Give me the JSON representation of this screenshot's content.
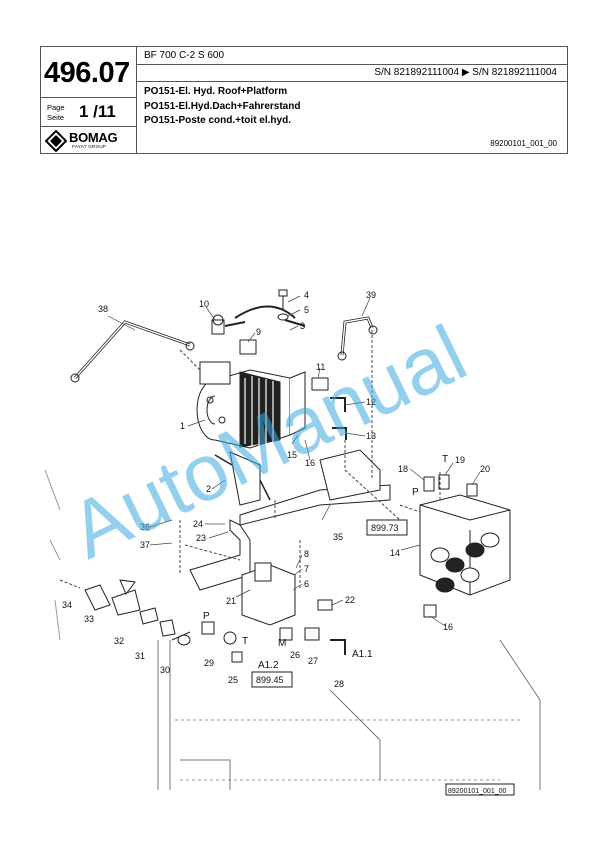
{
  "header": {
    "model": "BF 700 C-2 S 600",
    "serial_range": "S/N 821892111004  ▶  S/N 821892111004",
    "titles": [
      "PO151-El. Hyd. Roof+Platform",
      "PO151-El.Hyd.Dach+Fahrerstand",
      "PO151-Poste cond.+toit el.hyd."
    ],
    "doc_number": "89200101_001_00",
    "group_number": "496.07",
    "page_label": "Page",
    "seite_label": "Seite",
    "page_value": "1 /11",
    "logo_text": "BOMAG",
    "logo_sub": "FAYAT GROUP"
  },
  "watermark": "AutoManual",
  "diagram": {
    "callouts": [
      "1",
      "2",
      "3",
      "4",
      "5",
      "6",
      "7",
      "8",
      "9",
      "10",
      "11",
      "12",
      "13",
      "14",
      "15",
      "16",
      "16",
      "18",
      "19",
      "20",
      "21",
      "22",
      "23",
      "24",
      "25",
      "26",
      "27",
      "28",
      "29",
      "30",
      "31",
      "32",
      "33",
      "34",
      "35",
      "36",
      "37",
      "38",
      "39"
    ],
    "port_labels": [
      "P",
      "T",
      "T",
      "P",
      "M",
      "A1.2",
      "A1.1"
    ],
    "ref_boxes": [
      "899.73",
      "899.45"
    ],
    "figure_id": "89200101_001_00"
  }
}
